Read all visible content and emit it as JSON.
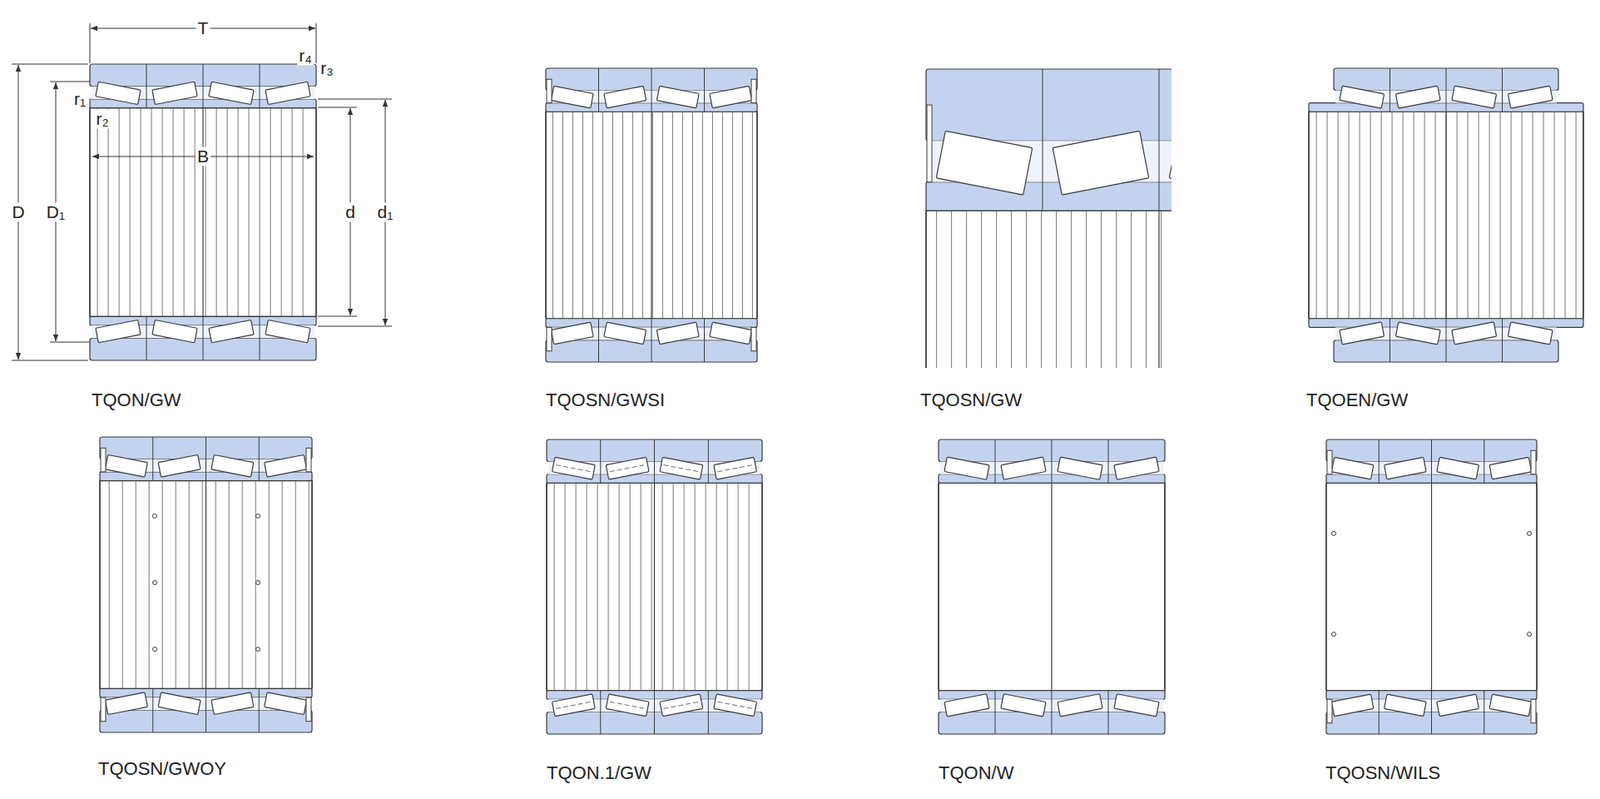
{
  "diagram": {
    "labels": [
      "T",
      "r₄",
      "r₃",
      "r₁",
      "r₂",
      "B",
      "D",
      "D₁",
      "d",
      "d₁",
      "TQON/GW",
      "TQOSN/GWSI",
      "TQOSN/GW",
      "TQOEN/GW",
      "TQOSN/GWOY",
      "TQON.1/GW",
      "TQON/W",
      "TQOSN/WILS"
    ]
  }
}
